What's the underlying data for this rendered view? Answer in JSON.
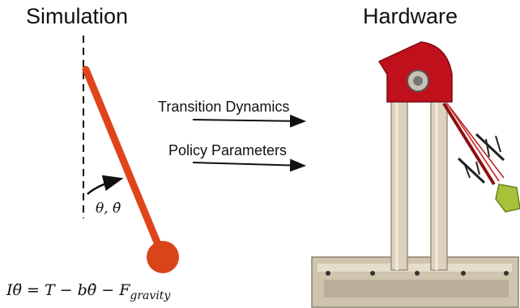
{
  "simulation": {
    "title": "Simulation",
    "state_label": "θ, θ̇",
    "equation": "Iθ̈ = T − bθ̇ − F",
    "equation_subscript": "gravity"
  },
  "hardware": {
    "title": "Hardware"
  },
  "arrows": {
    "transition_label": "Transition Dynamics",
    "policy_label": "Policy Parameters"
  },
  "colors": {
    "pendulum": "#e0441a",
    "hardware_red": "#c0101c",
    "frame": "#d8cdb8"
  }
}
